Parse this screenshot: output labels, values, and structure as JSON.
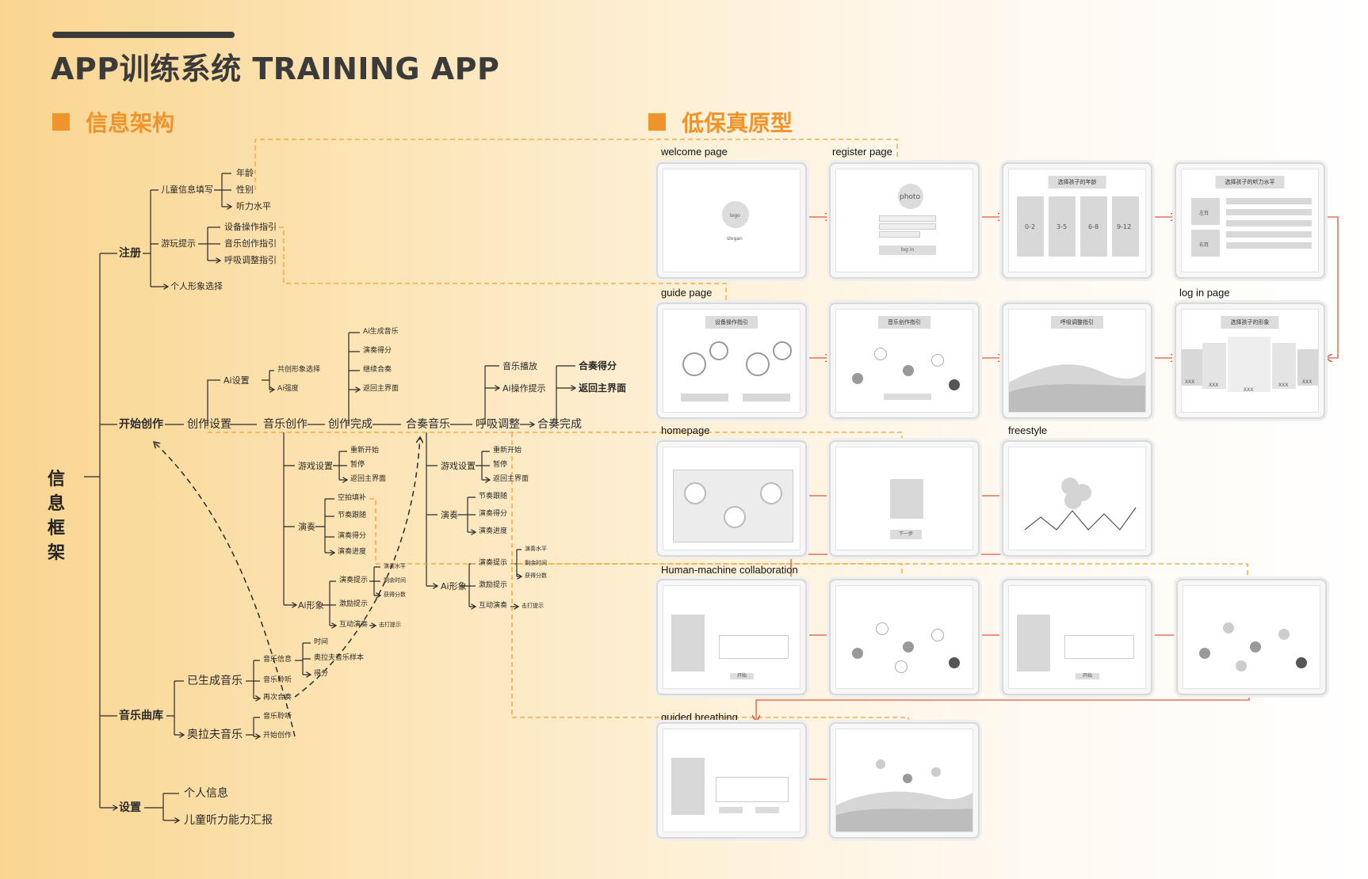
{
  "header": {
    "title": "APP训练系统  TRAINING APP",
    "section_left": "信息架构",
    "section_right": "低保真原型"
  },
  "tree": {
    "root": "信\n息\n框\n架",
    "level1": [
      "注册",
      "开始创作",
      "音乐曲库",
      "设置"
    ],
    "register": {
      "child_info": "儿童信息填写",
      "info_items": [
        "年龄",
        "性别",
        "听力水平"
      ],
      "play_tips": "游玩提示",
      "tips_items": [
        "设备操作指引",
        "音乐创作指引",
        "呼吸调整指引"
      ],
      "avatar": "个人形象选择"
    },
    "create": {
      "flow": [
        "创作设置",
        "音乐创作",
        "创作完成",
        "合奏音乐",
        "呼吸调整",
        "合奏完成"
      ],
      "ai_settings": "Ai设置",
      "ai_settings_items": [
        "共创形象选择",
        "Ai强度"
      ],
      "complete_items": [
        "Ai生成音乐",
        "演奏得分",
        "继续合奏",
        "返回主界面"
      ],
      "breath_items": [
        "音乐播放",
        "Ai操作提示"
      ],
      "ensemble_done_items": [
        "合奏得分",
        "返回主界面"
      ],
      "mc_game": "游戏设置",
      "mc_game_items": [
        "重新开始",
        "暂停",
        "返回主界面"
      ],
      "mc_play": "演奏",
      "mc_play_items": [
        "空拍填补",
        "节奏跟随",
        "演奏得分",
        "演奏进度"
      ],
      "mc_ai": "Ai形象",
      "mc_ai_items": [
        "演奏提示",
        "激励提示",
        "互动演奏"
      ],
      "mc_ai_sub": [
        "演奏水平",
        "剩余时间",
        "获得分数"
      ],
      "mc_ai_sub2": "击打提示",
      "en_game": "游戏设置",
      "en_game_items": [
        "重新开始",
        "暂停",
        "返回主界面"
      ],
      "en_play": "演奏",
      "en_play_items": [
        "节奏跟随",
        "演奏得分",
        "演奏进度"
      ],
      "en_ai": "Ai形象",
      "en_ai_items": [
        "演奏提示",
        "激励提示",
        "互动演奏"
      ],
      "en_ai_sub": [
        "演奏水平",
        "剩余时间",
        "获得分数"
      ],
      "en_ai_sub2": "击打提示"
    },
    "library": {
      "generated": "已生成音乐",
      "generated_items": [
        "音乐信息",
        "音乐聆听",
        "再次合奏"
      ],
      "info_items": [
        "时间",
        "奥拉夫音乐样本",
        "得分"
      ],
      "orff": "奥拉夫音乐",
      "orff_items": [
        "音乐聆听",
        "开始创作"
      ]
    },
    "settings": {
      "items": [
        "个人信息",
        "儿童听力能力汇报"
      ]
    }
  },
  "proto": {
    "labels": [
      "welcome page",
      "register page",
      "guide page",
      "log in page",
      "homepage",
      "freestyle",
      "Human-machine collaboration",
      "guided breathing"
    ],
    "welcome": {
      "logo": "logo",
      "slogan": "slogan"
    },
    "register": {
      "photo": "photo",
      "login": "log in"
    },
    "age": {
      "title": "选择孩子的年龄",
      "options": [
        "0-2",
        "3-5",
        "6-8",
        "9-12"
      ]
    },
    "hearing": {
      "title": "选择孩子的听力水平",
      "left": "左耳",
      "right": "右耳"
    },
    "guide1": {
      "title": "设备操作指引"
    },
    "guide2": {
      "title": "音乐创作指引"
    },
    "guide3": {
      "title": "呼吸调整指引"
    },
    "avatar": {
      "title": "选择孩子的形象",
      "items": [
        "XXX",
        "XXX",
        "XXX",
        "XXX",
        "XXX"
      ]
    },
    "next": "下一步",
    "start": "开始"
  },
  "colors": {
    "accent": "#f0932b",
    "arrow_red": "#e5533b",
    "dashed": "#f0a030",
    "tree_line": "#2a2a2a"
  }
}
